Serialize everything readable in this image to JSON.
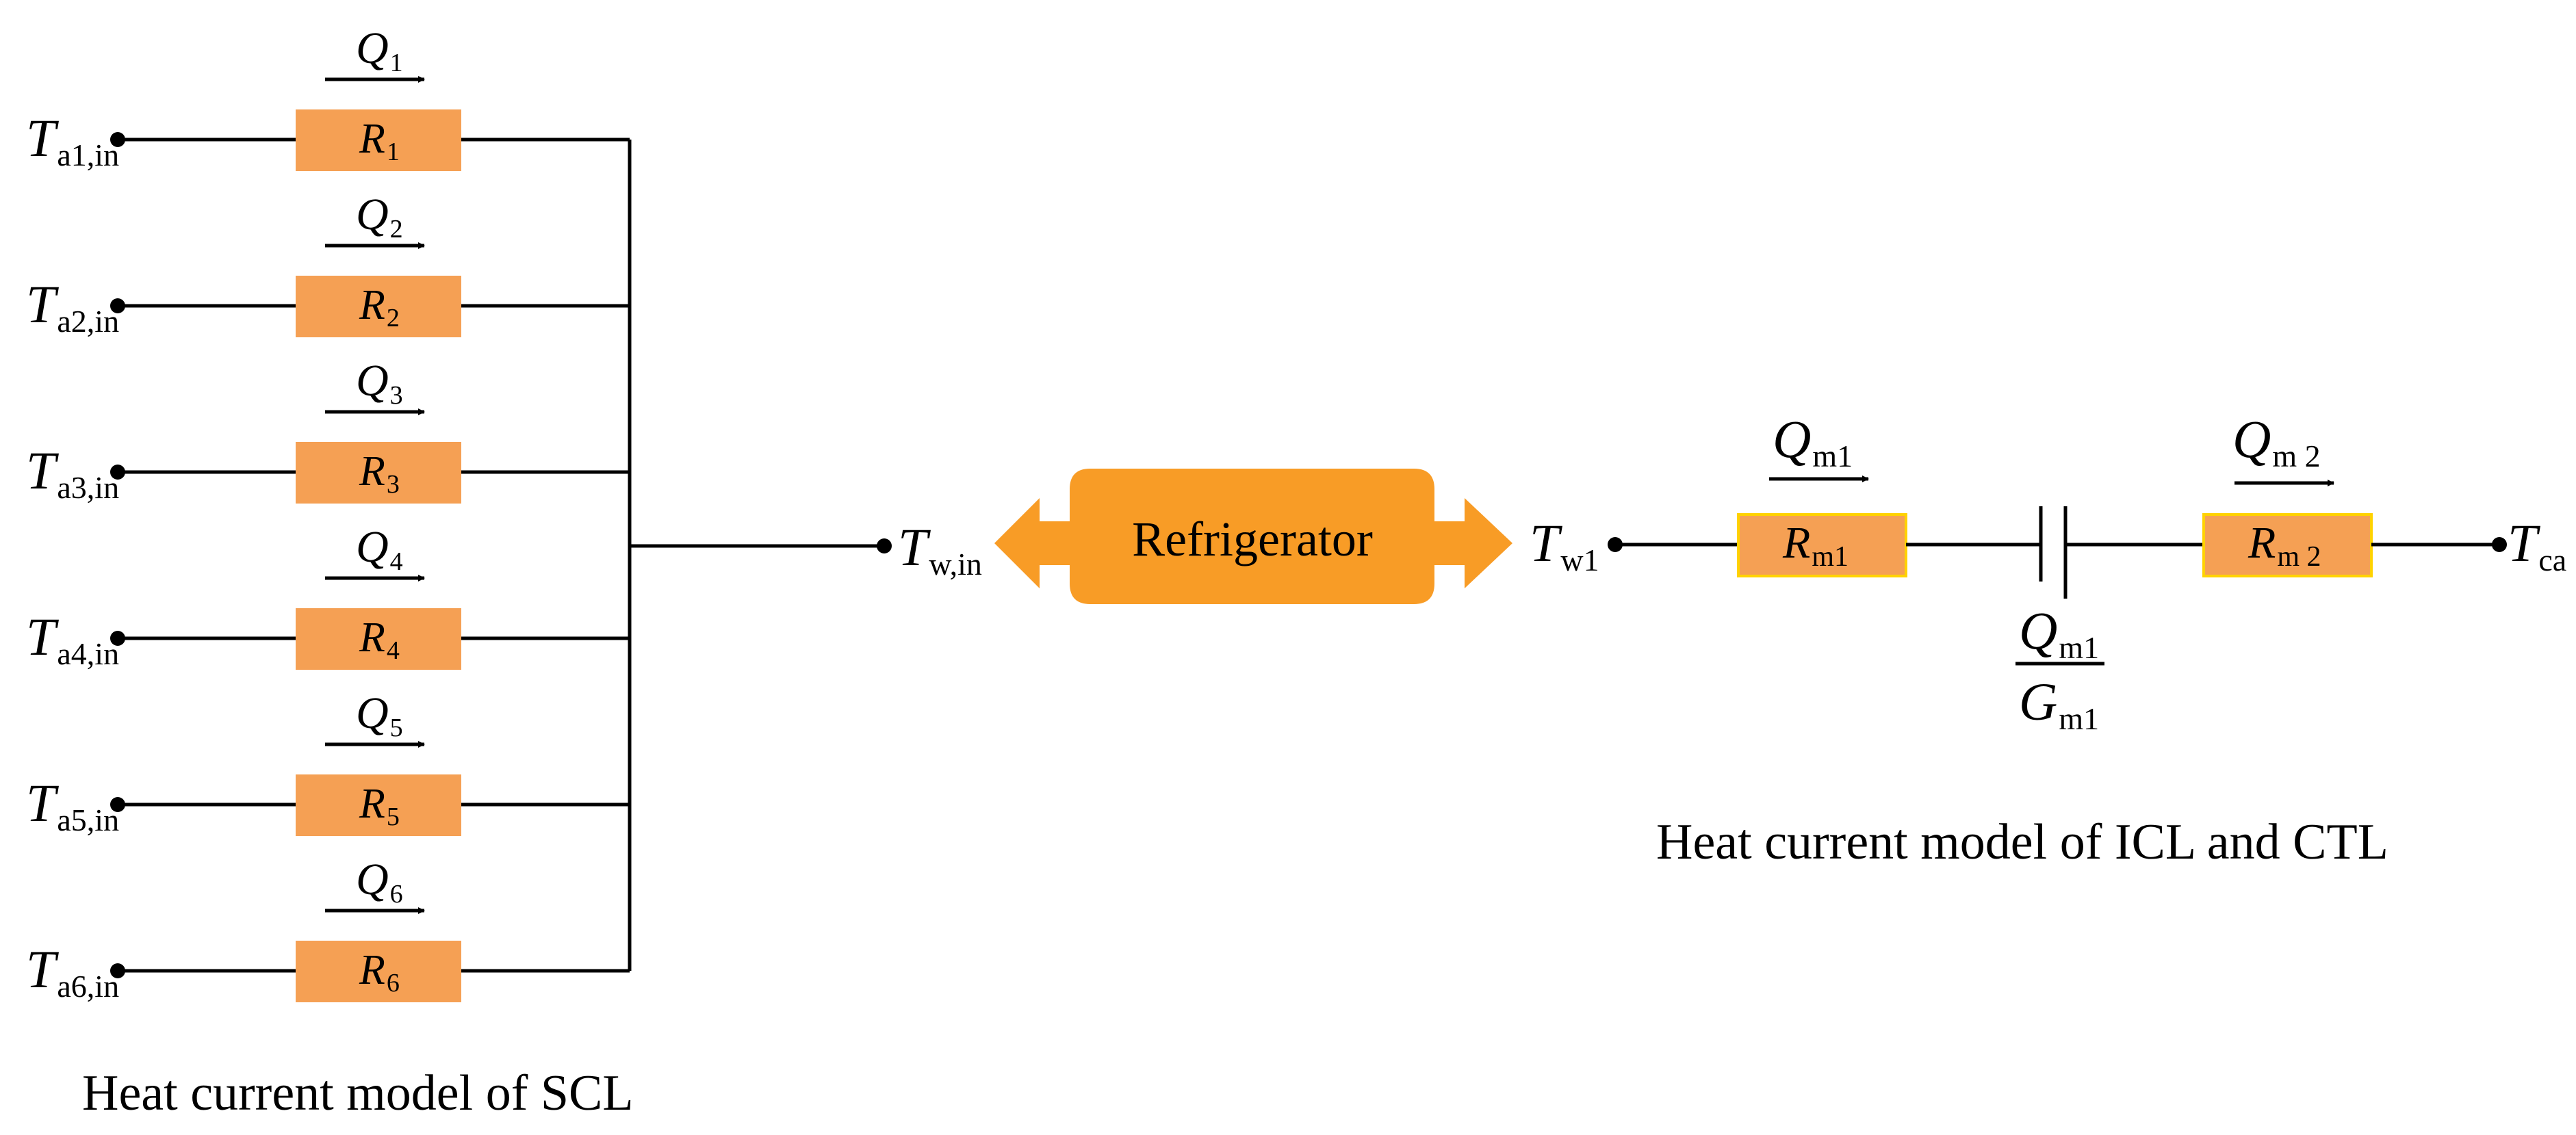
{
  "scl": {
    "branches": [
      {
        "t_main": "T",
        "t_sub": "a1,in",
        "r_main": "R",
        "r_sub": "1",
        "q_main": "Q",
        "q_sub": "1"
      },
      {
        "t_main": "T",
        "t_sub": "a2,in",
        "r_main": "R",
        "r_sub": "2",
        "q_main": "Q",
        "q_sub": "2"
      },
      {
        "t_main": "T",
        "t_sub": "a3,in",
        "r_main": "R",
        "r_sub": "3",
        "q_main": "Q",
        "q_sub": "3"
      },
      {
        "t_main": "T",
        "t_sub": "a4,in",
        "r_main": "R",
        "r_sub": "4",
        "q_main": "Q",
        "q_sub": "4"
      },
      {
        "t_main": "T",
        "t_sub": "a5,in",
        "r_main": "R",
        "r_sub": "5",
        "q_main": "Q",
        "q_sub": "5"
      },
      {
        "t_main": "T",
        "t_sub": "a6,in",
        "r_main": "R",
        "r_sub": "6",
        "q_main": "Q",
        "q_sub": "6"
      }
    ],
    "node_main": "T",
    "node_sub": "w,in",
    "caption": "Heat current model of SCL"
  },
  "refrigerator": {
    "label": "Refrigerator",
    "color": "#f89c26"
  },
  "icl": {
    "tw_main": "T",
    "tw_sub": "w1",
    "rm1_main": "R",
    "rm1_sub": "m1",
    "qm1_main": "Q",
    "qm1_sub": "m1",
    "rm2_main": "R",
    "rm2_sub": "m 2",
    "qm2_main": "Q",
    "qm2_sub": "m 2",
    "frac_num_main": "Q",
    "frac_num_sub": "m1",
    "frac_den_main": "G",
    "frac_den_sub": "m1",
    "tca_main": "T",
    "tca_sub": "ca",
    "caption": "Heat current model of ICL and CTL"
  },
  "colors": {
    "resistor": "#f5a054",
    "resistor_outline": "#ffd200",
    "wire": "#000000"
  }
}
